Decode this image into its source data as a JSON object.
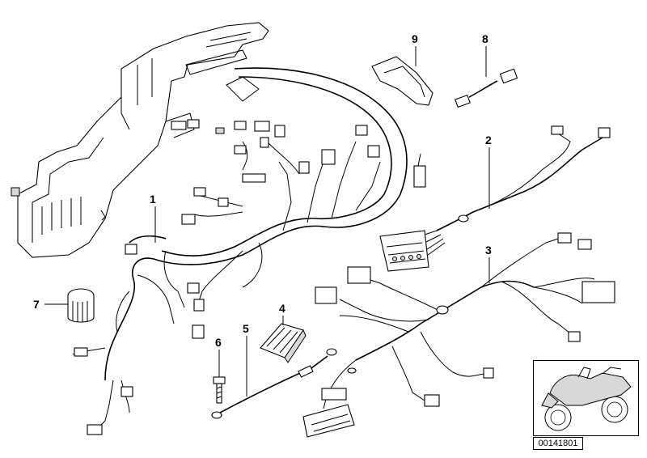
{
  "callouts": [
    {
      "id": "1",
      "label": "1"
    },
    {
      "id": "2",
      "label": "2"
    },
    {
      "id": "3",
      "label": "3"
    },
    {
      "id": "4",
      "label": "4"
    },
    {
      "id": "5",
      "label": "5"
    },
    {
      "id": "6",
      "label": "6"
    },
    {
      "id": "7",
      "label": "7"
    },
    {
      "id": "8",
      "label": "8"
    },
    {
      "id": "9",
      "label": "9"
    }
  ],
  "document_number": "00141801",
  "colors": {
    "line": "#000000",
    "background": "#ffffff",
    "shade": "#d8d8d8"
  },
  "thumbnail_icon": "motorcycle-icon"
}
